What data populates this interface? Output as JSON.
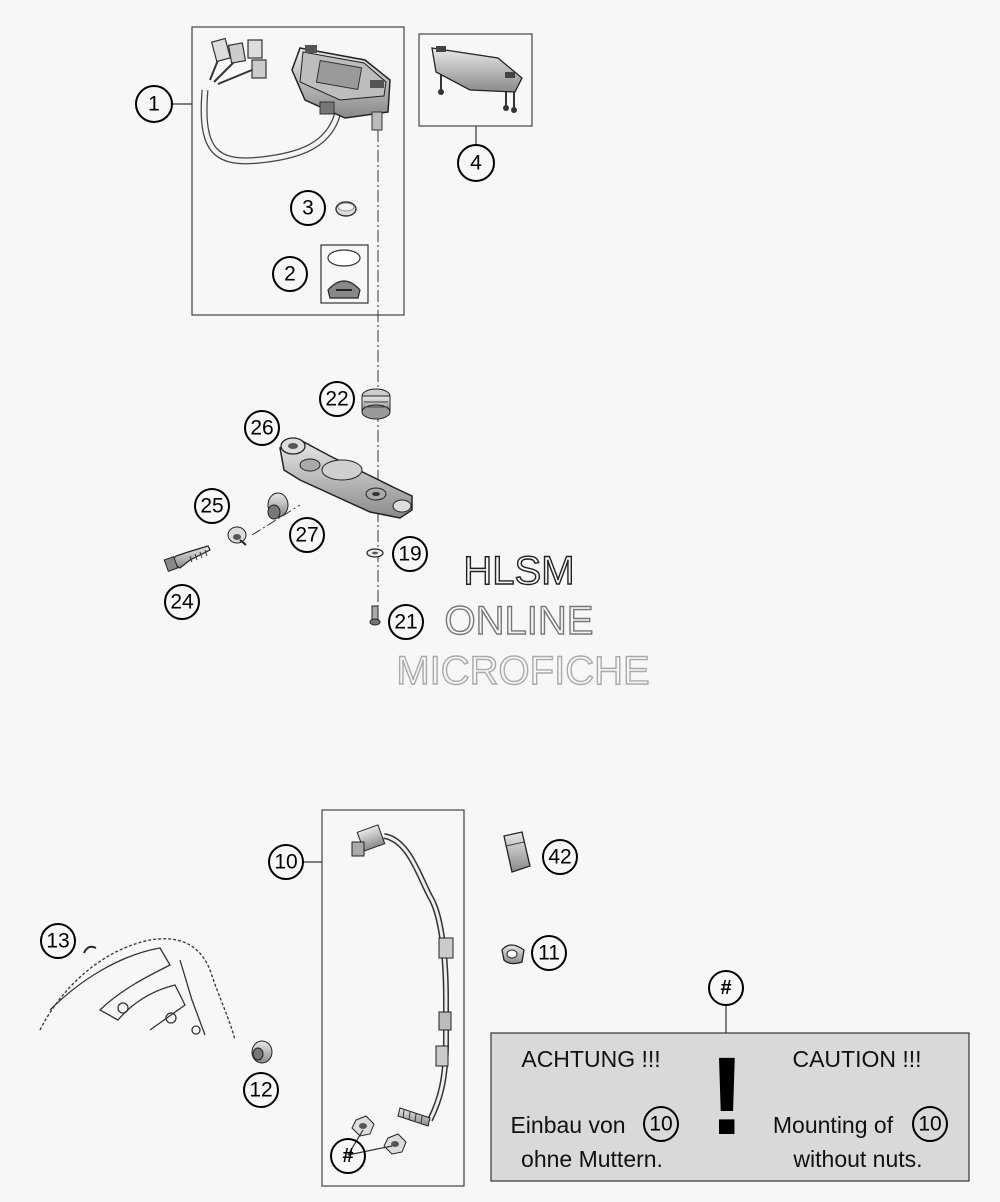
{
  "callouts": {
    "c1": "1",
    "c2": "2",
    "c3": "3",
    "c4": "4",
    "c10": "10",
    "c11": "11",
    "c12": "12",
    "c13": "13",
    "c19": "19",
    "c21": "21",
    "c22": "22",
    "c24": "24",
    "c25": "25",
    "c26": "26",
    "c27": "27",
    "c42": "42",
    "hash": "#"
  },
  "watermark": {
    "line1": "HLSM",
    "line2": "ONLINE",
    "line3": "MICROFICHE"
  },
  "note": {
    "de_title": "ACHTUNG !!!",
    "de_line1": "Einbau von",
    "de_line2": "ohne Muttern.",
    "en_title": "CAUTION !!!",
    "en_line1": "Mounting of",
    "en_line2": "without nuts.",
    "ref": "10",
    "exclamation": "!"
  },
  "colors": {
    "note_bg": "#d9d9d9",
    "line": "#333333"
  }
}
